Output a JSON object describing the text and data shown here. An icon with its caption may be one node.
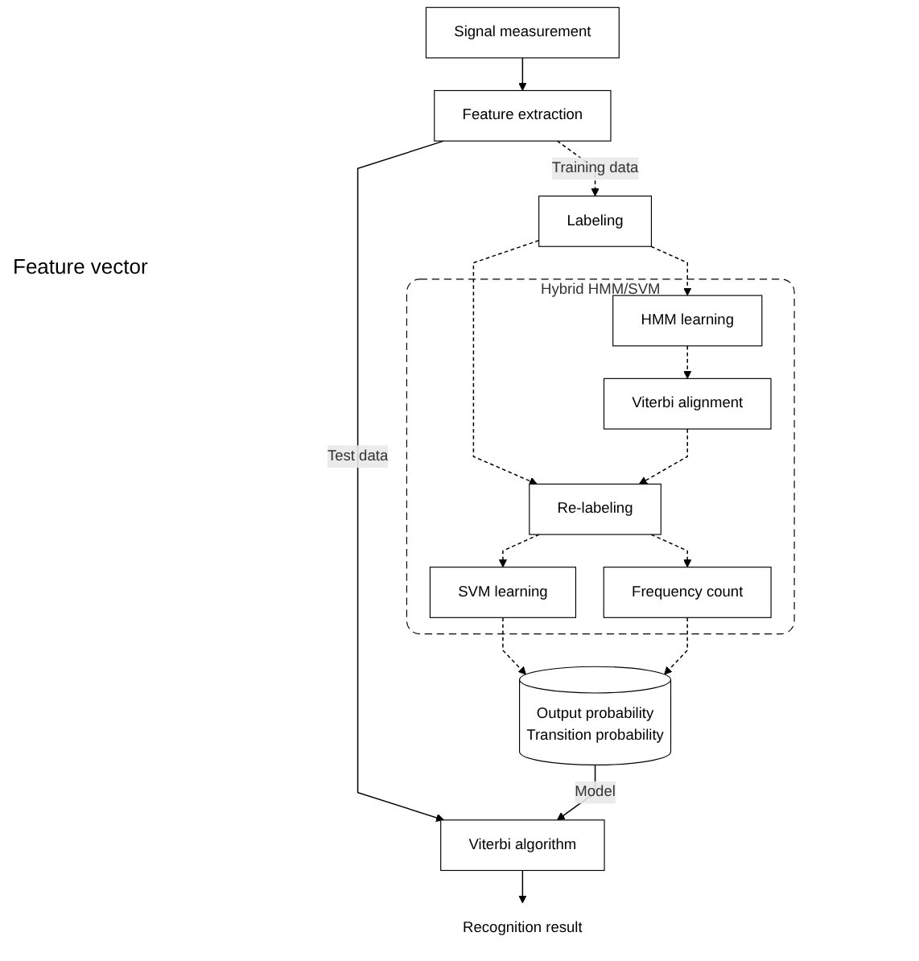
{
  "diagram": {
    "nodes": [
      {
        "text": [
          "Signal measurement"
        ]
      },
      {
        "text": [
          "Feature extraction"
        ]
      },
      {
        "text": [
          "Labeling"
        ]
      },
      {
        "text": [
          "Hybrid HMM/SVM"
        ]
      },
      {
        "text": [
          "HMM learning"
        ],
        "in": 3
      },
      {
        "text": [
          "Viterbi alignment"
        ],
        "in": 3
      },
      {
        "text": [
          "Re-labeling"
        ],
        "in": 3
      },
      {
        "text": [
          "SVM learning"
        ],
        "in": 3
      },
      {
        "text": [
          "Frequency count"
        ],
        "in": 3
      },
      {
        "text": [
          "Output probability",
          "Transition probability"
        ]
      },
      {
        "text": [
          "Viterbi algorithm"
        ]
      },
      {
        "text": [
          "Recognition result"
        ]
      }
    ],
    "edges": [
      {
        "from": 0,
        "to": 1,
        "arrow": "to"
      },
      {
        "from": 1,
        "to": 2,
        "arrow": "to",
        "label": "Training data",
        "style": "dashed"
      },
      {
        "from": 1,
        "to": 10,
        "arrow": "to",
        "label": "Test data"
      },
      {
        "from": 2,
        "to": 4,
        "arrow": "to",
        "style": "dashed"
      },
      {
        "from": 2,
        "to": 6,
        "arrow": "to",
        "style": "dashed"
      },
      {
        "from": 4,
        "to": 5,
        "arrow": "to",
        "style": "dashed"
      },
      {
        "from": 5,
        "to": 6,
        "arrow": "to",
        "style": "dashed"
      },
      {
        "from": 6,
        "to": 7,
        "arrow": "to",
        "style": "dashed"
      },
      {
        "from": 6,
        "to": 8,
        "arrow": "to",
        "style": "dashed"
      },
      {
        "from": 7,
        "to": 9,
        "arrow": "to",
        "style": "dashed"
      },
      {
        "from": 8,
        "to": 9,
        "arrow": "to",
        "style": "dashed"
      },
      {
        "from": 9,
        "to": 10,
        "arrow": "to",
        "label": "Model"
      },
      {
        "from": 10,
        "to": 11,
        "arrow": "to"
      }
    ],
    "labels": [
      "Feature vector"
    ]
  }
}
